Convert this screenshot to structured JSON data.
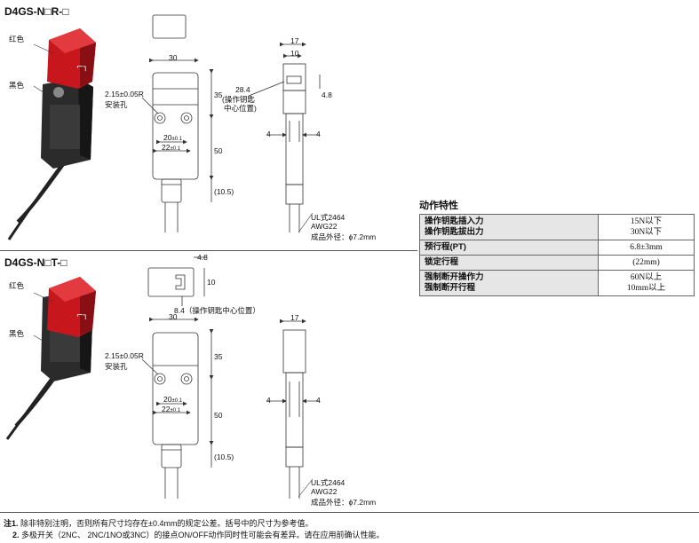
{
  "model_r": "D4GS-N□R-□",
  "model_t": "D4GS-N□T-□",
  "color_red": "红色",
  "color_black": "黑色",
  "hole_label_1": "2.15±0.05R",
  "hole_label_2": "安装孔",
  "dims_r": {
    "w30": "30",
    "h35": "35",
    "h50": "50",
    "h105": "(10.5)",
    "d20": "20",
    "d20tol": "±0.1",
    "d22": "22",
    "d22tol": "±0.1",
    "w17": "17",
    "w10": "10",
    "d48": "4.8",
    "d284": "28.4",
    "key_center": "(操作钥匙",
    "key_center2": "中心位置)",
    "d4a": "4",
    "d4b": "4"
  },
  "dims_t": {
    "w30": "30",
    "h35": "35",
    "h50": "50",
    "h105": "(10.5)",
    "d20": "20",
    "d20tol": "±0.1",
    "d22": "22",
    "d22tol": "±0.1",
    "w17": "17",
    "d48": "4.8",
    "d10": "10",
    "key_center": "8.4（操作钥匙中心位置）",
    "d4a": "4",
    "d4b": "4"
  },
  "cable": {
    "line1": "UL式2464",
    "line2": "AWG22",
    "line3": "成品外径：ϕ7.2mm"
  },
  "spec": {
    "title": "动作特性",
    "rows": [
      {
        "k1": "操作钥匙插入力",
        "k2": "操作钥匙拔出力",
        "v1": "15N以下",
        "v2": "30N以下"
      },
      {
        "k1": "预行程(PT)",
        "k2": "",
        "v1": "6.8±3mm",
        "v2": ""
      },
      {
        "k1": "锁定行程",
        "k2": "",
        "v1": "(22mm)",
        "v2": ""
      },
      {
        "k1": "强制断开操作力",
        "k2": "强制断开行程",
        "v1": "60N以上",
        "v2": "10mm以上"
      }
    ]
  },
  "notes": {
    "n1_label": "注1.",
    "n1": "除非特别注明，否则所有尺寸均存在±0.4mm的规定公差。括号中的尺寸为参考值。",
    "n2_label": "2.",
    "n2": "多极开关（2NC、 2NC/1NO或3NC）的接点ON/OFF动作同时性可能会有差异。请在应用前确认性能。"
  }
}
